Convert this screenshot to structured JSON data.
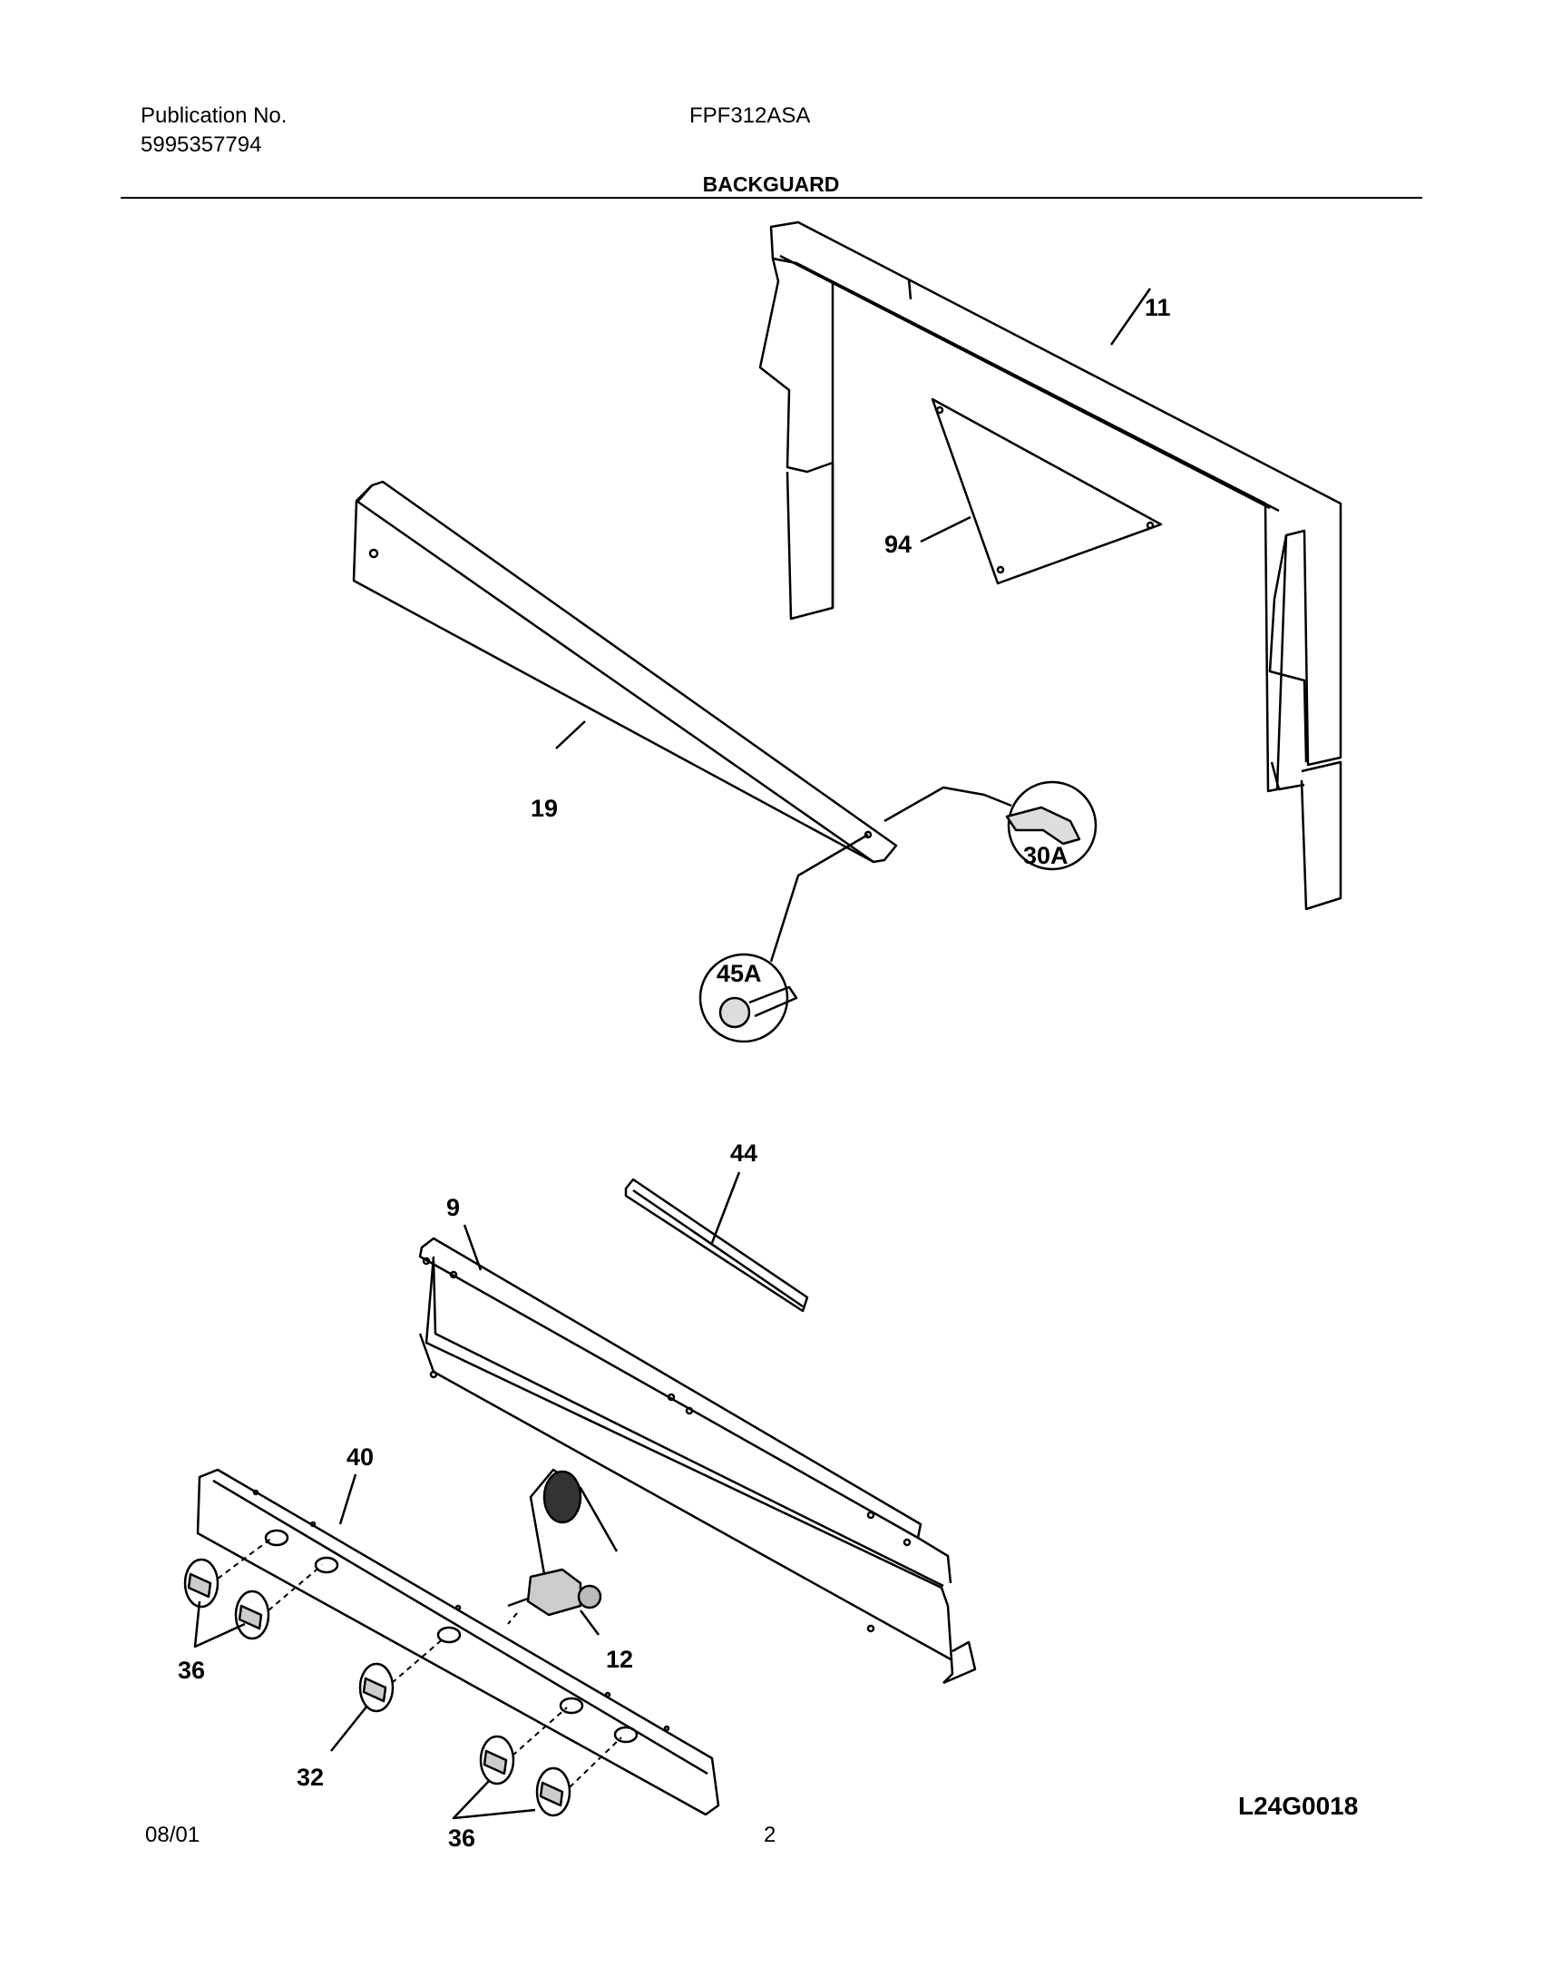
{
  "header": {
    "publication_label": "Publication No.",
    "publication_number": "5995357794",
    "model": "FPF312ASA",
    "section_title": "BACKGUARD"
  },
  "callouts": {
    "c11": "11",
    "c94": "94",
    "c19": "19",
    "c30a": "30A",
    "c45a": "45A",
    "c44": "44",
    "c9": "9",
    "c40": "40",
    "c12": "12",
    "c36a": "36",
    "c32": "32",
    "c36b": "36"
  },
  "footer": {
    "date": "08/01",
    "page": "2",
    "diagram_id": "L24G0018"
  }
}
